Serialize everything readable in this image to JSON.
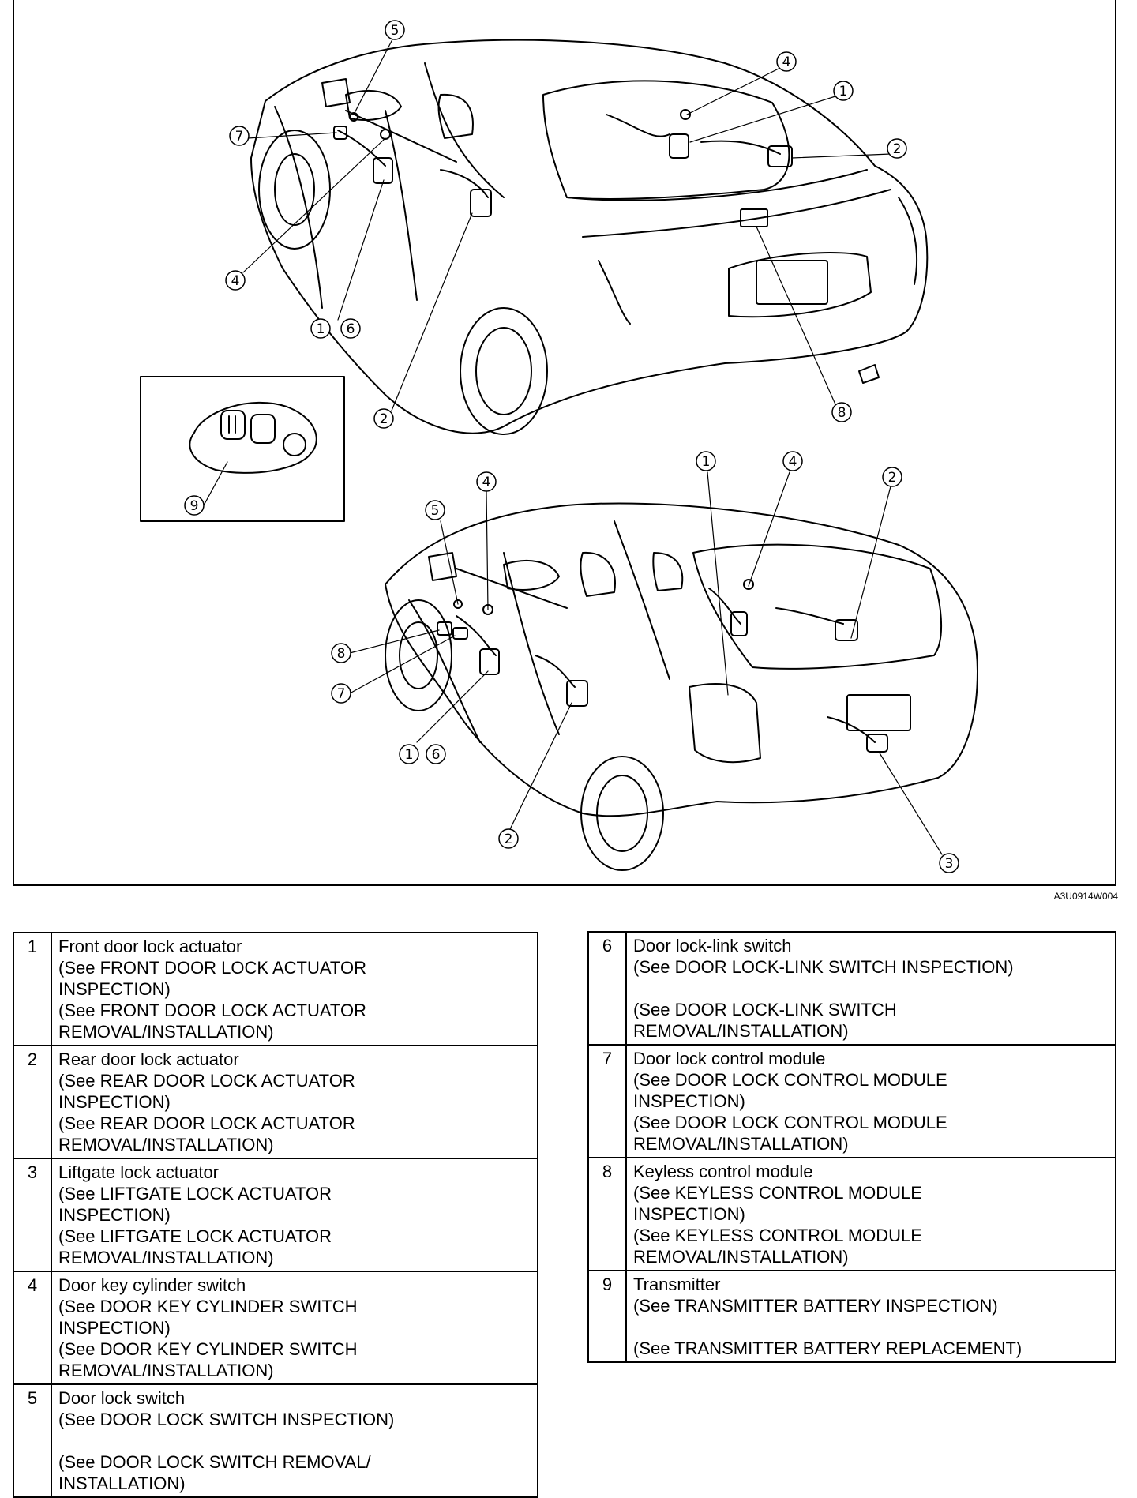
{
  "figure_code": "A3U0914W004",
  "callouts": {
    "sedan": [
      "5",
      "4",
      "1",
      "7",
      "2",
      "4",
      "1",
      "6",
      "2",
      "8"
    ],
    "keyfob": [
      "9"
    ],
    "hatch": [
      "1",
      "4",
      "2",
      "5",
      "4",
      "8",
      "7",
      "1",
      "6",
      "2",
      "3"
    ]
  },
  "parts_left": [
    {
      "num": "1",
      "name": "Front door lock actuator",
      "refs": [
        "(See FRONT DOOR LOCK ACTUATOR",
        "INSPECTION)",
        "(See FRONT DOOR LOCK ACTUATOR",
        "REMOVAL/INSTALLATION)"
      ]
    },
    {
      "num": "2",
      "name": "Rear door lock actuator",
      "refs": [
        "(See REAR DOOR LOCK ACTUATOR",
        "INSPECTION)",
        "(See REAR DOOR LOCK ACTUATOR",
        "REMOVAL/INSTALLATION)"
      ]
    },
    {
      "num": "3",
      "name": "Liftgate lock actuator",
      "refs": [
        "(See LIFTGATE LOCK ACTUATOR",
        "INSPECTION)",
        "(See LIFTGATE LOCK ACTUATOR",
        "REMOVAL/INSTALLATION)"
      ]
    },
    {
      "num": "4",
      "name": "Door key cylinder switch",
      "refs": [
        "(See DOOR KEY CYLINDER SWITCH",
        "INSPECTION)",
        "(See DOOR KEY CYLINDER SWITCH",
        "REMOVAL/INSTALLATION)"
      ]
    },
    {
      "num": "5",
      "name": "Door lock switch",
      "refs": [
        "(See DOOR LOCK SWITCH INSPECTION)",
        "",
        "(See DOOR LOCK SWITCH REMOVAL/",
        "INSTALLATION)"
      ]
    }
  ],
  "parts_right": [
    {
      "num": "6",
      "name": "Door lock-link switch",
      "refs": [
        "(See DOOR LOCK-LINK SWITCH INSPECTION)",
        "",
        "(See DOOR LOCK-LINK SWITCH",
        "REMOVAL/INSTALLATION)"
      ]
    },
    {
      "num": "7",
      "name": "Door lock control module",
      "refs": [
        "(See DOOR LOCK CONTROL MODULE",
        "INSPECTION)",
        "(See DOOR LOCK CONTROL MODULE",
        "REMOVAL/INSTALLATION)"
      ]
    },
    {
      "num": "8",
      "name": "Keyless control module",
      "refs": [
        "(See KEYLESS CONTROL MODULE",
        "INSPECTION)",
        "(See KEYLESS CONTROL MODULE",
        "REMOVAL/INSTALLATION)"
      ]
    },
    {
      "num": "9",
      "name": "Transmitter",
      "refs": [
        "(See TRANSMITTER BATTERY INSPECTION)",
        "",
        "(See TRANSMITTER BATTERY REPLACEMENT)"
      ]
    }
  ]
}
